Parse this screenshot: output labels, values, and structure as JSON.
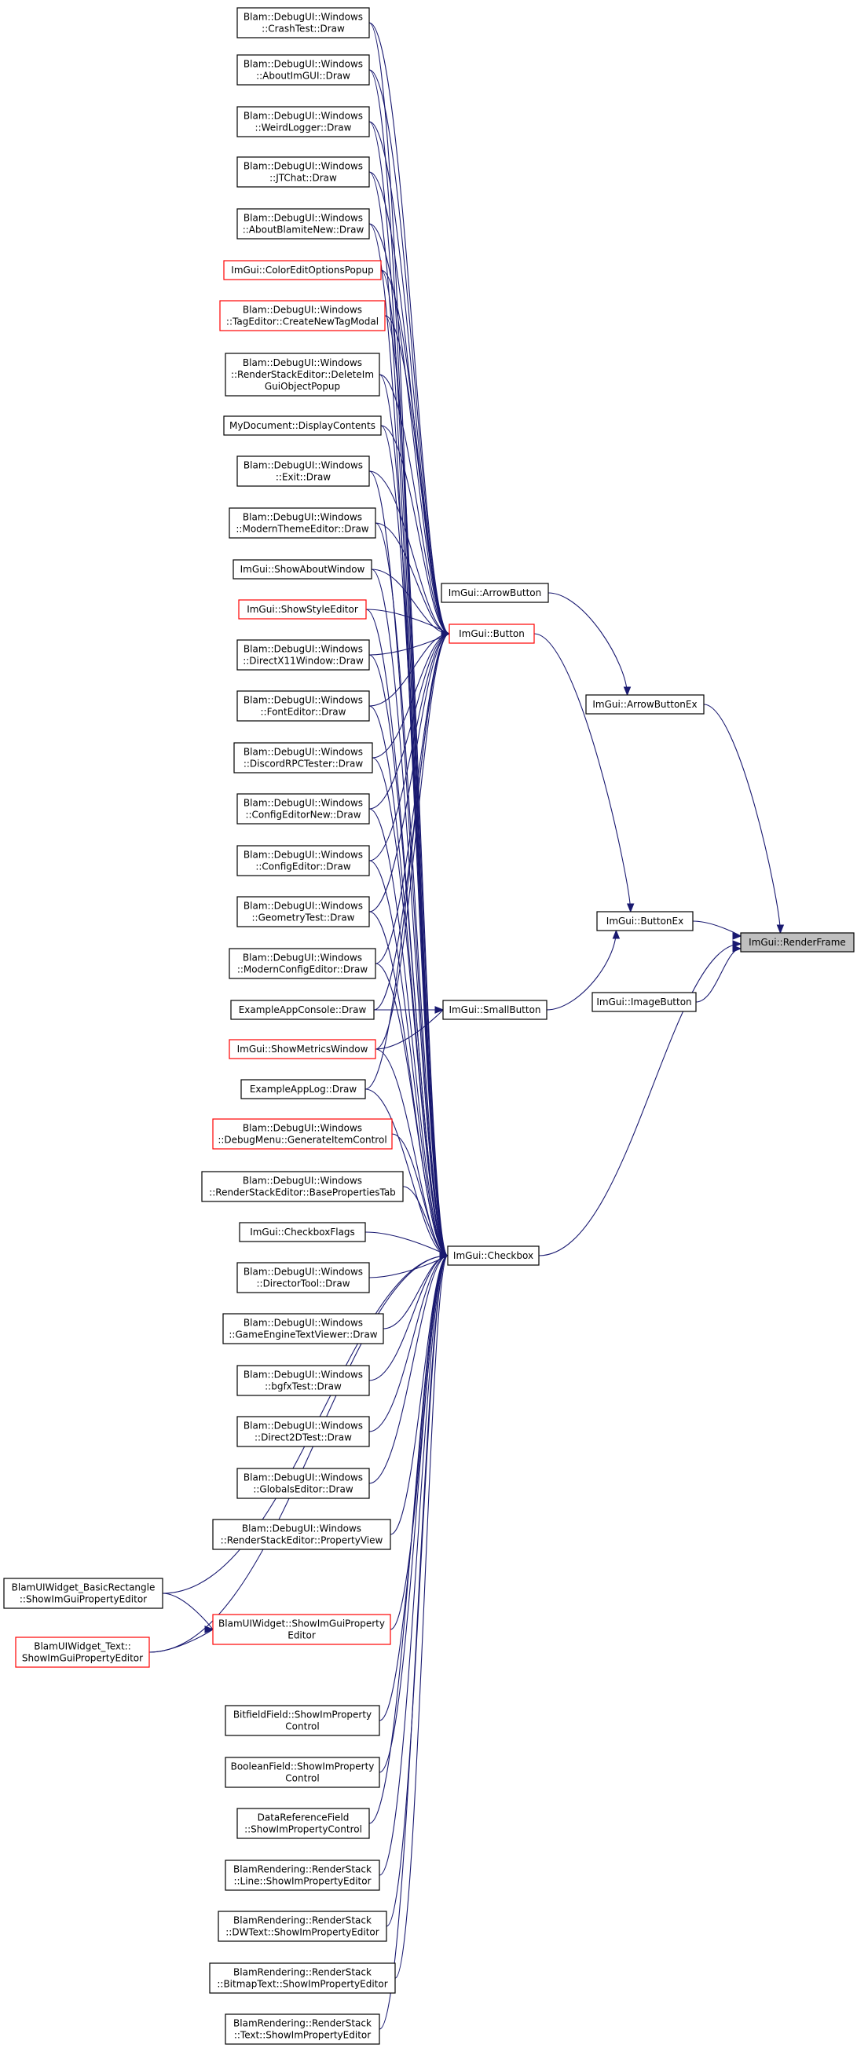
{
  "colors": {
    "edge": "#191970",
    "node_border": "#000000",
    "node_border_link_missing": "#ff0000",
    "highlight_fill": "#bfbfbf",
    "background": "#ffffff"
  },
  "nodes": {
    "renderframe": {
      "lines": [
        "ImGui::RenderFrame"
      ],
      "style": "highlight"
    },
    "arrowbuttonex": {
      "lines": [
        "ImGui::ArrowButtonEx"
      ],
      "style": "normal"
    },
    "buttonex": {
      "lines": [
        "ImGui::ButtonEx"
      ],
      "style": "normal"
    },
    "imagebutton": {
      "lines": [
        "ImGui::ImageButton"
      ],
      "style": "normal"
    },
    "arrowbutton": {
      "lines": [
        "ImGui::ArrowButton"
      ],
      "style": "normal"
    },
    "button": {
      "lines": [
        "ImGui::Button"
      ],
      "style": "red"
    },
    "smallbutton": {
      "lines": [
        "ImGui::SmallButton"
      ],
      "style": "normal"
    },
    "checkbox": {
      "lines": [
        "ImGui::Checkbox"
      ],
      "style": "normal"
    },
    "crashtest": {
      "lines": [
        "Blam::DebugUI::Windows",
        "::CrashTest::Draw"
      ],
      "style": "normal"
    },
    "aboutimgui": {
      "lines": [
        "Blam::DebugUI::Windows",
        "::AboutImGUI::Draw"
      ],
      "style": "normal"
    },
    "weirdlogger": {
      "lines": [
        "Blam::DebugUI::Windows",
        "::WeirdLogger::Draw"
      ],
      "style": "normal"
    },
    "jtchat": {
      "lines": [
        "Blam::DebugUI::Windows",
        "::JTChat::Draw"
      ],
      "style": "normal"
    },
    "aboutblamitenew": {
      "lines": [
        "Blam::DebugUI::Windows",
        "::AboutBlamiteNew::Draw"
      ],
      "style": "normal"
    },
    "coloreditoptionspopup": {
      "lines": [
        "ImGui::ColorEditOptionsPopup"
      ],
      "style": "red"
    },
    "createnewtagmodal": {
      "lines": [
        "Blam::DebugUI::Windows",
        "::TagEditor::CreateNewTagModal"
      ],
      "style": "red"
    },
    "deleteimgui": {
      "lines": [
        "Blam::DebugUI::Windows",
        "::RenderStackEditor::DeleteIm",
        "GuiObjectPopup"
      ],
      "style": "normal"
    },
    "mydocument": {
      "lines": [
        "MyDocument::DisplayContents"
      ],
      "style": "normal"
    },
    "exit": {
      "lines": [
        "Blam::DebugUI::Windows",
        "::Exit::Draw"
      ],
      "style": "normal"
    },
    "modernthemeeditor": {
      "lines": [
        "Blam::DebugUI::Windows",
        "::ModernThemeEditor::Draw"
      ],
      "style": "normal"
    },
    "showaboutwindow": {
      "lines": [
        "ImGui::ShowAboutWindow"
      ],
      "style": "normal"
    },
    "showstyleeditor": {
      "lines": [
        "ImGui::ShowStyleEditor"
      ],
      "style": "red"
    },
    "directx11": {
      "lines": [
        "Blam::DebugUI::Windows",
        "::DirectX11Window::Draw"
      ],
      "style": "normal"
    },
    "fonteditor": {
      "lines": [
        "Blam::DebugUI::Windows",
        "::FontEditor::Draw"
      ],
      "style": "normal"
    },
    "discordrpc": {
      "lines": [
        "Blam::DebugUI::Windows",
        "::DiscordRPCTester::Draw"
      ],
      "style": "normal"
    },
    "configeditornew": {
      "lines": [
        "Blam::DebugUI::Windows",
        "::ConfigEditorNew::Draw"
      ],
      "style": "normal"
    },
    "configeditor": {
      "lines": [
        "Blam::DebugUI::Windows",
        "::ConfigEditor::Draw"
      ],
      "style": "normal"
    },
    "geometrytest": {
      "lines": [
        "Blam::DebugUI::Windows",
        "::GeometryTest::Draw"
      ],
      "style": "normal"
    },
    "modernconfigeditor": {
      "lines": [
        "Blam::DebugUI::Windows",
        "::ModernConfigEditor::Draw"
      ],
      "style": "normal"
    },
    "exampleappconsole": {
      "lines": [
        "ExampleAppConsole::Draw"
      ],
      "style": "normal"
    },
    "showmetricswindow": {
      "lines": [
        "ImGui::ShowMetricsWindow"
      ],
      "style": "red"
    },
    "exampleapplog": {
      "lines": [
        "ExampleAppLog::Draw"
      ],
      "style": "normal"
    },
    "generateitemcontrol": {
      "lines": [
        "Blam::DebugUI::Windows",
        "::DebugMenu::GenerateItemControl"
      ],
      "style": "red"
    },
    "basepropertiestab": {
      "lines": [
        "Blam::DebugUI::Windows",
        "::RenderStackEditor::BasePropertiesTab"
      ],
      "style": "normal"
    },
    "checkboxflags": {
      "lines": [
        "ImGui::CheckboxFlags"
      ],
      "style": "normal"
    },
    "directortool": {
      "lines": [
        "Blam::DebugUI::Windows",
        "::DirectorTool::Draw"
      ],
      "style": "normal"
    },
    "gameenginetextviewer": {
      "lines": [
        "Blam::DebugUI::Windows",
        "::GameEngineTextViewer::Draw"
      ],
      "style": "normal"
    },
    "bgfxtest": {
      "lines": [
        "Blam::DebugUI::Windows",
        "::bgfxTest::Draw"
      ],
      "style": "normal"
    },
    "direct2dtest": {
      "lines": [
        "Blam::DebugUI::Windows",
        "::Direct2DTest::Draw"
      ],
      "style": "normal"
    },
    "globalseditor": {
      "lines": [
        "Blam::DebugUI::Windows",
        "::GlobalsEditor::Draw"
      ],
      "style": "normal"
    },
    "propertyview": {
      "lines": [
        "Blam::DebugUI::Windows",
        "::RenderStackEditor::PropertyView"
      ],
      "style": "normal"
    },
    "basicrectangle": {
      "lines": [
        "BlamUIWidget_BasicRectangle",
        "::ShowImGuiPropertyEditor"
      ],
      "style": "normal"
    },
    "blamuiwidget": {
      "lines": [
        "BlamUIWidget::ShowImGuiProperty",
        "Editor"
      ],
      "style": "red"
    },
    "blamuiwidgettext": {
      "lines": [
        "BlamUIWidget_Text::",
        "ShowImGuiPropertyEditor"
      ],
      "style": "red"
    },
    "bitfieldfield": {
      "lines": [
        "BitfieldField::ShowImProperty",
        "Control"
      ],
      "style": "normal"
    },
    "booleanfield": {
      "lines": [
        "BooleanField::ShowImProperty",
        "Control"
      ],
      "style": "normal"
    },
    "datareferencefield": {
      "lines": [
        "DataReferenceField",
        "::ShowImPropertyControl"
      ],
      "style": "normal"
    },
    "rsline": {
      "lines": [
        "BlamRendering::RenderStack",
        "::Line::ShowImPropertyEditor"
      ],
      "style": "normal"
    },
    "rsdwtext": {
      "lines": [
        "BlamRendering::RenderStack",
        "::DWText::ShowImPropertyEditor"
      ],
      "style": "normal"
    },
    "rsbitmaptext": {
      "lines": [
        "BlamRendering::RenderStack",
        "::BitmapText::ShowImPropertyEditor"
      ],
      "style": "normal"
    },
    "rstext": {
      "lines": [
        "BlamRendering::RenderStack",
        "::Text::ShowImPropertyEditor"
      ],
      "style": "normal"
    }
  },
  "edges": [
    [
      "arrowbuttonex",
      "renderframe"
    ],
    [
      "buttonex",
      "renderframe"
    ],
    [
      "imagebutton",
      "renderframe"
    ],
    [
      "checkbox",
      "renderframe"
    ],
    [
      "arrowbutton",
      "arrowbuttonex"
    ],
    [
      "button",
      "buttonex"
    ],
    [
      "smallbutton",
      "buttonex"
    ],
    [
      "crashtest",
      "button"
    ],
    [
      "aboutimgui",
      "button"
    ],
    [
      "weirdlogger",
      "button"
    ],
    [
      "jtchat",
      "button"
    ],
    [
      "aboutblamitenew",
      "button"
    ],
    [
      "coloreditoptionspopup",
      "button"
    ],
    [
      "createnewtagmodal",
      "button"
    ],
    [
      "deleteimgui",
      "button"
    ],
    [
      "mydocument",
      "button"
    ],
    [
      "exit",
      "button"
    ],
    [
      "modernthemeeditor",
      "button"
    ],
    [
      "showaboutwindow",
      "button"
    ],
    [
      "showstyleeditor",
      "button"
    ],
    [
      "directx11",
      "button"
    ],
    [
      "fonteditor",
      "button"
    ],
    [
      "discordrpc",
      "button"
    ],
    [
      "configeditornew",
      "button"
    ],
    [
      "configeditor",
      "button"
    ],
    [
      "geometrytest",
      "button"
    ],
    [
      "modernconfigeditor",
      "button"
    ],
    [
      "exampleappconsole",
      "button"
    ],
    [
      "showmetricswindow",
      "button"
    ],
    [
      "exampleapplog",
      "button"
    ],
    [
      "showmetricswindow",
      "smallbutton"
    ],
    [
      "exampleappconsole",
      "smallbutton"
    ],
    [
      "crashtest",
      "checkbox"
    ],
    [
      "aboutimgui",
      "checkbox"
    ],
    [
      "weirdlogger",
      "checkbox"
    ],
    [
      "jtchat",
      "checkbox"
    ],
    [
      "aboutblamitenew",
      "checkbox"
    ],
    [
      "coloreditoptionspopup",
      "checkbox"
    ],
    [
      "createnewtagmodal",
      "checkbox"
    ],
    [
      "deleteimgui",
      "checkbox"
    ],
    [
      "mydocument",
      "checkbox"
    ],
    [
      "exit",
      "checkbox"
    ],
    [
      "modernthemeeditor",
      "checkbox"
    ],
    [
      "showaboutwindow",
      "checkbox"
    ],
    [
      "showstyleeditor",
      "checkbox"
    ],
    [
      "directx11",
      "checkbox"
    ],
    [
      "fonteditor",
      "checkbox"
    ],
    [
      "discordrpc",
      "checkbox"
    ],
    [
      "configeditornew",
      "checkbox"
    ],
    [
      "configeditor",
      "checkbox"
    ],
    [
      "geometrytest",
      "checkbox"
    ],
    [
      "modernconfigeditor",
      "checkbox"
    ],
    [
      "showmetricswindow",
      "checkbox"
    ],
    [
      "exampleapplog",
      "checkbox"
    ],
    [
      "generateitemcontrol",
      "checkbox"
    ],
    [
      "basepropertiestab",
      "checkbox"
    ],
    [
      "checkboxflags",
      "checkbox"
    ],
    [
      "directortool",
      "checkbox"
    ],
    [
      "gameenginetextviewer",
      "checkbox"
    ],
    [
      "bgfxtest",
      "checkbox"
    ],
    [
      "direct2dtest",
      "checkbox"
    ],
    [
      "globalseditor",
      "checkbox"
    ],
    [
      "propertyview",
      "checkbox"
    ],
    [
      "basicrectangle",
      "checkbox"
    ],
    [
      "blamuiwidget",
      "checkbox"
    ],
    [
      "blamuiwidgettext",
      "checkbox"
    ],
    [
      "bitfieldfield",
      "checkbox"
    ],
    [
      "booleanfield",
      "checkbox"
    ],
    [
      "datareferencefield",
      "checkbox"
    ],
    [
      "rsline",
      "checkbox"
    ],
    [
      "rsdwtext",
      "checkbox"
    ],
    [
      "rsbitmaptext",
      "checkbox"
    ],
    [
      "rstext",
      "checkbox"
    ],
    [
      "basicrectangle",
      "blamuiwidget"
    ],
    [
      "blamuiwidgettext",
      "blamuiwidget"
    ]
  ]
}
